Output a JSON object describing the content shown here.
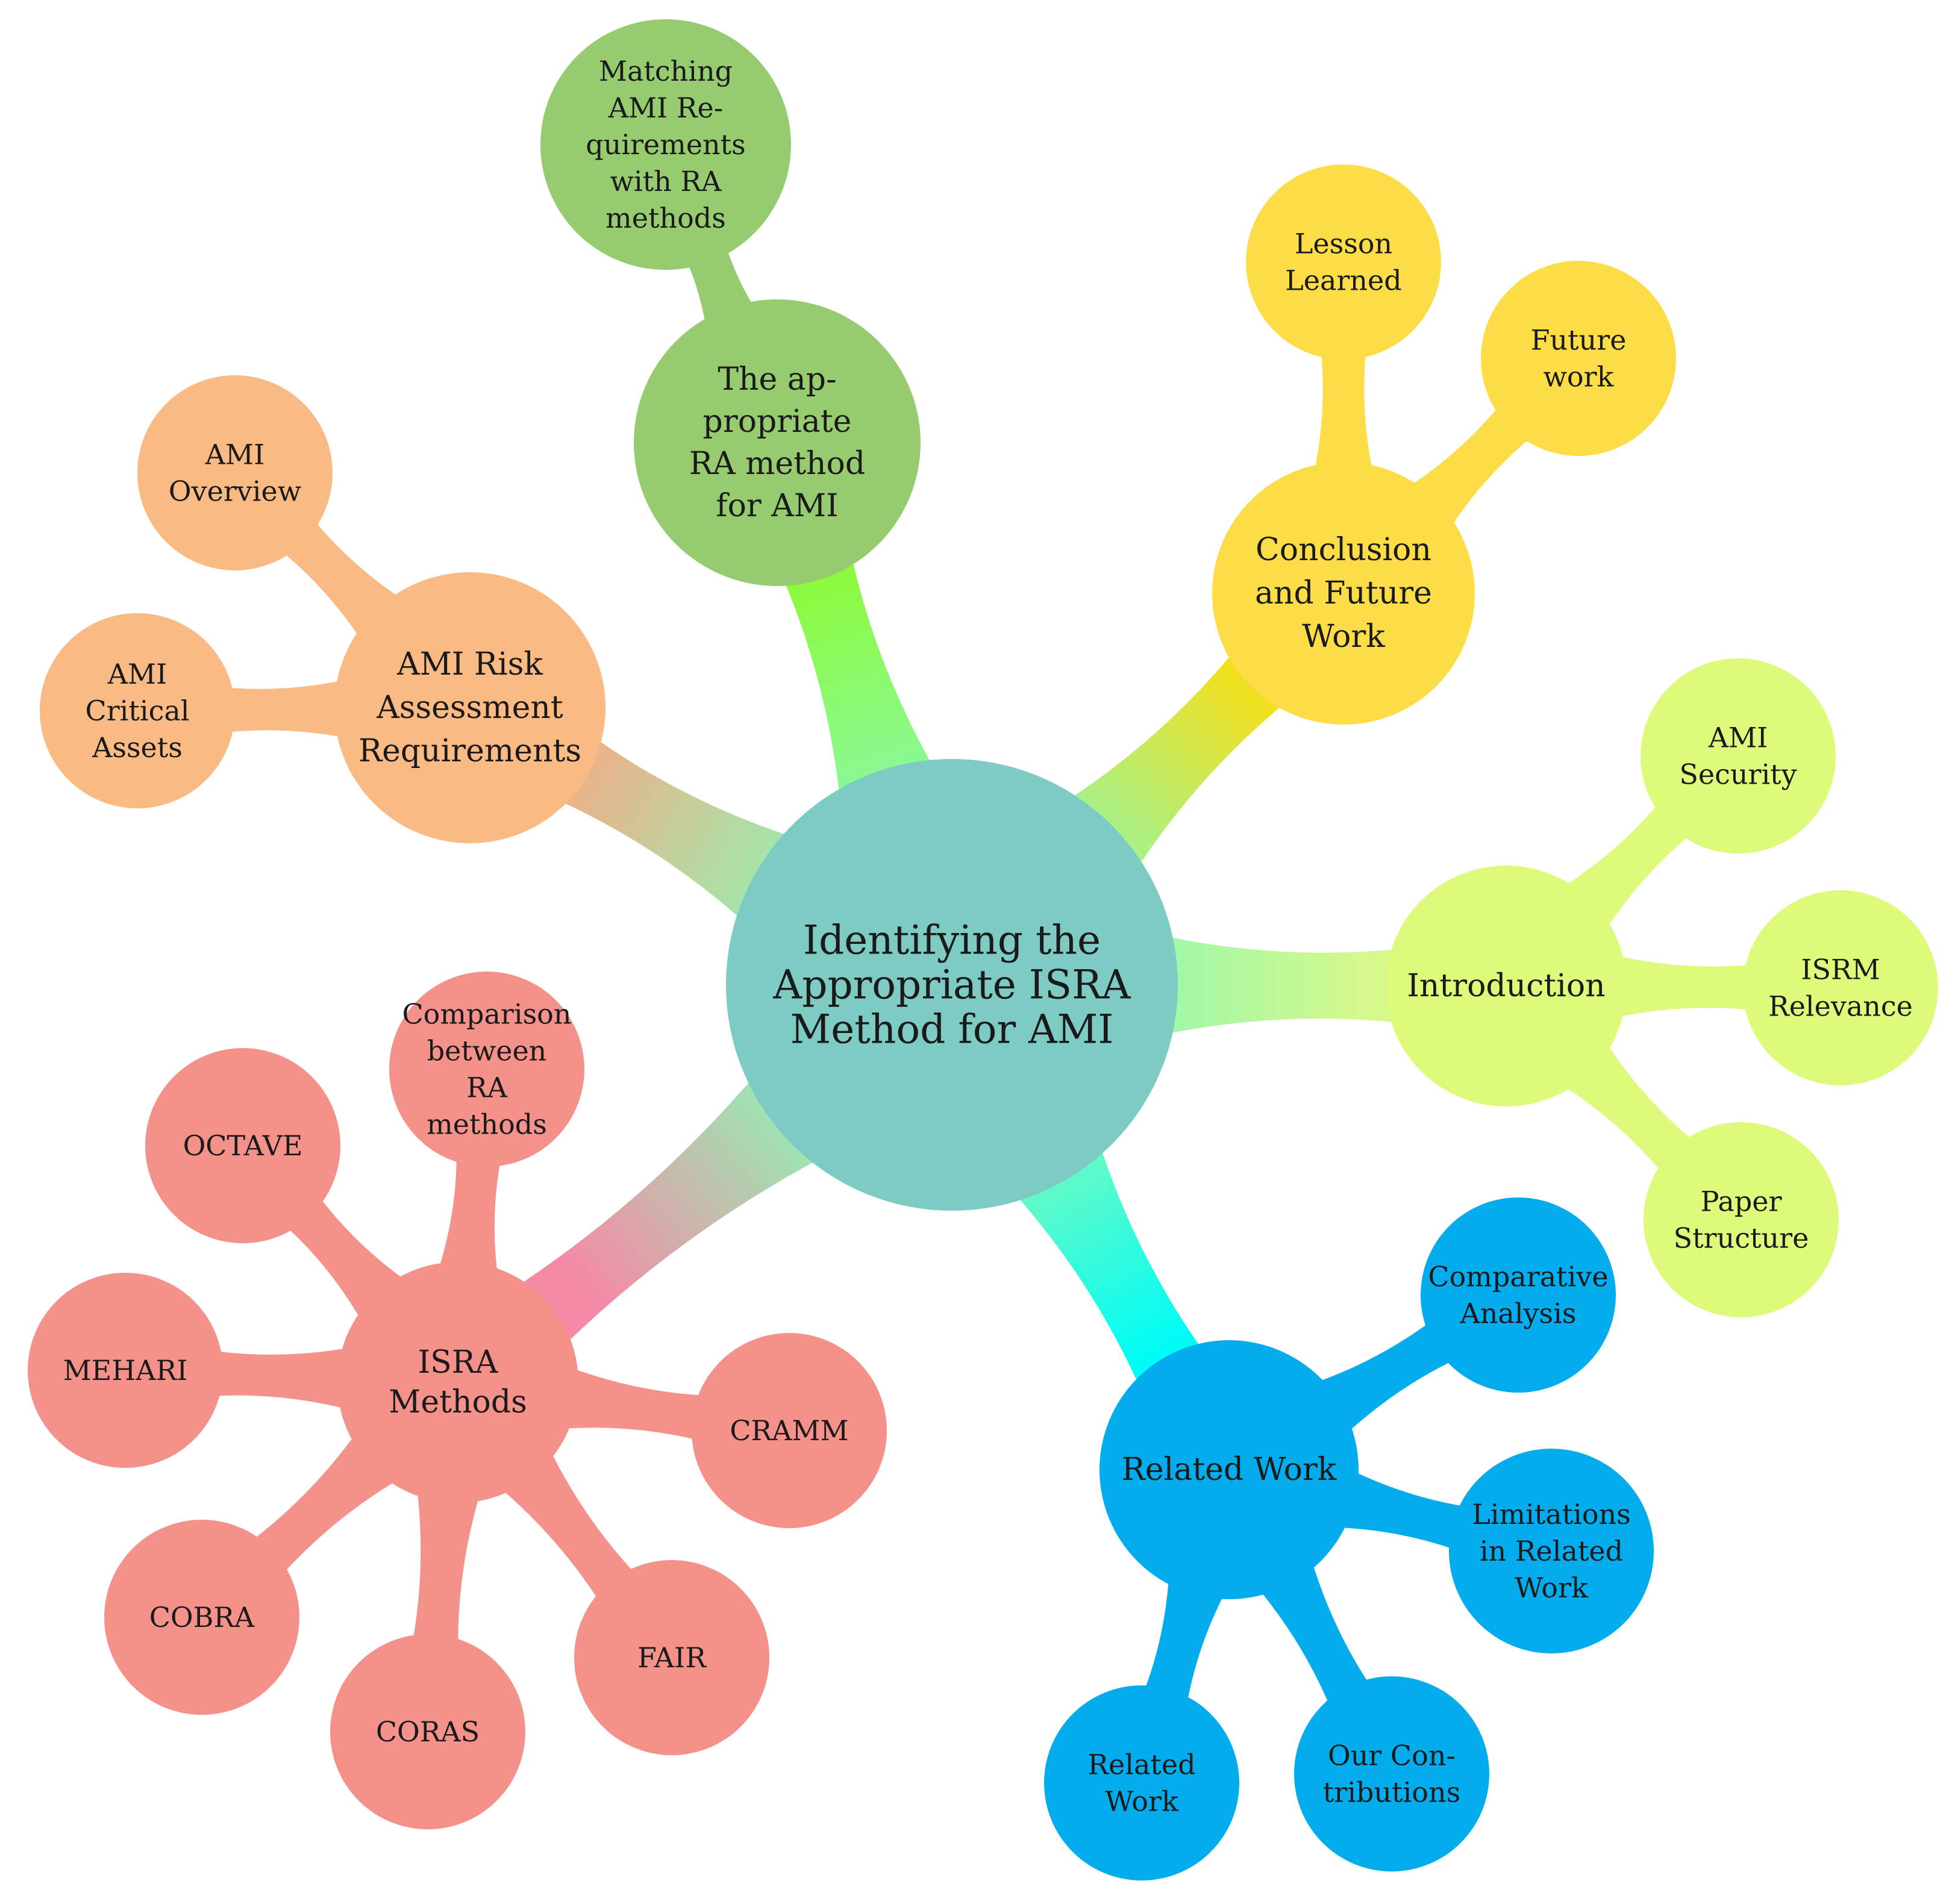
{
  "center": {
    "lines": [
      "Identifying the",
      "Appropriate ISRA",
      "Method for AMI"
    ],
    "color": "#7ECBC4"
  },
  "branches": [
    {
      "id": "isra-methods",
      "lines": [
        "ISRA",
        "Methods"
      ],
      "color": "#F4918A",
      "link_color": "#F58AA6",
      "children": [
        {
          "id": "comparison",
          "lines": [
            "Comparison",
            "between",
            "RA",
            "methods"
          ]
        },
        {
          "id": "octave",
          "lines": [
            "OCTAVE"
          ]
        },
        {
          "id": "mehari",
          "lines": [
            "MEHARI"
          ]
        },
        {
          "id": "cobra",
          "lines": [
            "COBRA"
          ]
        },
        {
          "id": "coras",
          "lines": [
            "CORAS"
          ]
        },
        {
          "id": "fair",
          "lines": [
            "FAIR"
          ]
        },
        {
          "id": "cramm",
          "lines": [
            "CRAMM"
          ]
        }
      ]
    },
    {
      "id": "ami-risk",
      "lines": [
        "AMI Risk",
        "Assessment",
        "Requirements"
      ],
      "color": "#F9BA84",
      "link_color": "#E8B48C",
      "children": [
        {
          "id": "ami-overview",
          "lines": [
            "AMI",
            "Overview"
          ]
        },
        {
          "id": "ami-critical",
          "lines": [
            "AMI",
            "Critical",
            "Assets"
          ]
        }
      ]
    },
    {
      "id": "appropriate-ra",
      "lines": [
        "The ap-",
        "propriate",
        "RA method",
        "for AMI"
      ],
      "color": "#97CB70",
      "link_color": "#8CFA3C",
      "children": [
        {
          "id": "matching",
          "lines": [
            "Matching",
            "AMI Re-",
            "quirements",
            "with RA",
            "methods"
          ]
        }
      ]
    },
    {
      "id": "conclusion",
      "lines": [
        "Conclusion",
        "and Future",
        "Work"
      ],
      "color": "#FDDD47",
      "link_color": "#F0E020",
      "children": [
        {
          "id": "lesson",
          "lines": [
            "Lesson",
            "Learned"
          ]
        },
        {
          "id": "future",
          "lines": [
            "Future",
            "work"
          ]
        }
      ]
    },
    {
      "id": "introduction",
      "lines": [
        "Introduction"
      ],
      "color": "#DDFA7A",
      "link_color": "#D6F88A",
      "children": [
        {
          "id": "ami-security",
          "lines": [
            "AMI",
            "Security"
          ]
        },
        {
          "id": "isrm-relevance",
          "lines": [
            "ISRM",
            "Relevance"
          ]
        },
        {
          "id": "paper-structure",
          "lines": [
            "Paper",
            "Structure"
          ]
        }
      ]
    },
    {
      "id": "related-work",
      "lines": [
        "Related Work"
      ],
      "color": "#03ACEC",
      "link_color": "#00FCF6",
      "children": [
        {
          "id": "comparative",
          "lines": [
            "Comparative",
            "Analysis"
          ]
        },
        {
          "id": "limitations",
          "lines": [
            "Limitations",
            "in Related",
            "Work"
          ]
        },
        {
          "id": "contributions",
          "lines": [
            "Our Con-",
            "tributions"
          ]
        },
        {
          "id": "related-sub",
          "lines": [
            "Related",
            "Work"
          ]
        }
      ]
    }
  ]
}
